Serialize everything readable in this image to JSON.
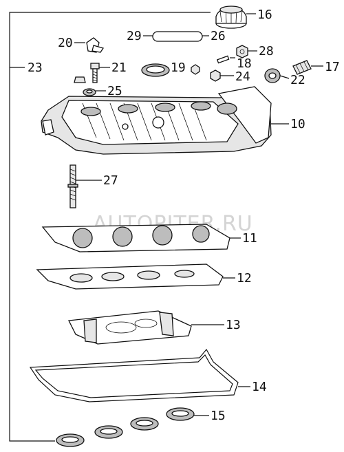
{
  "watermark": "AUTOPITER.RU",
  "callouts": {
    "n16": "16",
    "n20": "20",
    "n29": "29",
    "n26": "26",
    "n28": "28",
    "n23": "23",
    "n21": "21",
    "n19": "19",
    "n18": "18",
    "n17": "17",
    "n24": "24",
    "n22": "22",
    "n25": "25",
    "n10": "10",
    "n27": "27",
    "n11": "11",
    "n12": "12",
    "n13": "13",
    "n14": "14",
    "n15": "15"
  }
}
